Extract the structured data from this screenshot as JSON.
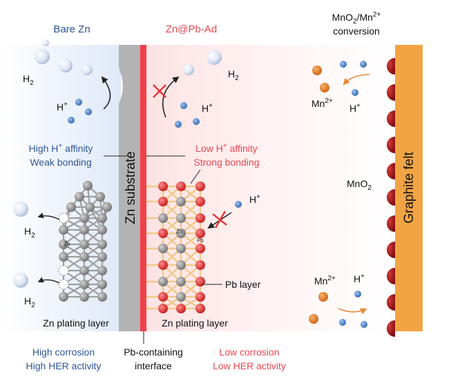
{
  "headers": {
    "bare": "Bare Zn",
    "coated": "Zn@Pb-Ad",
    "conversion_line1": "MnO",
    "conversion_sub1": "2",
    "conversion_slash": "/Mn",
    "conversion_sup1": "2+",
    "conversion_line2": "conversion"
  },
  "left_panel": {
    "h2_top": "H",
    "h2_sub": "2",
    "hplus": "H",
    "hplus_sup": "+",
    "affinity_line1_a": "High H",
    "affinity_line1_sup": "+",
    "affinity_line1_b": " affinity",
    "affinity_line2": "Weak bonding",
    "h2_mid": "H",
    "h2_mid_sub": "2",
    "zn_atom": "Zn",
    "h2_low": "H",
    "h2_low_sub": "2",
    "plating": "Zn plating layer",
    "footer_line1": "High corrosion",
    "footer_line2": "High HER activity"
  },
  "substrate": {
    "label": "Zn substrate"
  },
  "middle_panel": {
    "h2": "H",
    "h2_sub": "2",
    "hplus": "H",
    "hplus_sup": "+",
    "affinity_line1_a": "Low H",
    "affinity_line1_sup": "+",
    "affinity_line1_b": " affinity",
    "affinity_line2": "Strong bonding",
    "hplus2": "H",
    "hplus2_sup": "+",
    "zn_atom": "Zn",
    "pb_atom": "Pb",
    "pb_layer": "Pb layer",
    "plating": "Zn plating layer",
    "interface_line1": "Pb-containing",
    "interface_line2": "interface",
    "footer_line1": "Low corrosion",
    "footer_line2": "Low HER activity"
  },
  "right_panel": {
    "mn_top": "Mn",
    "mn_top_sup": "2+",
    "hplus_top": "H",
    "hplus_top_sup": "+",
    "mno2": "MnO",
    "mno2_sub": "2",
    "mn_bottom": "Mn",
    "mn_bottom_sup": "2+",
    "hplus_bottom": "H",
    "hplus_bottom_sup": "+",
    "felt": "Graphite felt"
  },
  "colors": {
    "blue_text": "#2e5597",
    "red_text": "#e8474f",
    "substrate_gray": "#b3b3b3",
    "interface_red": "#f2404a",
    "felt_orange": "#f2a444",
    "mno2_dark_red": "#a10f13",
    "pb_red": "#e52c2c",
    "zn_gray": "#8c8c8c",
    "bond_tan": "#f0c98a",
    "proton_blue": "#3a79c4",
    "mn_orange": "#e87d27"
  }
}
